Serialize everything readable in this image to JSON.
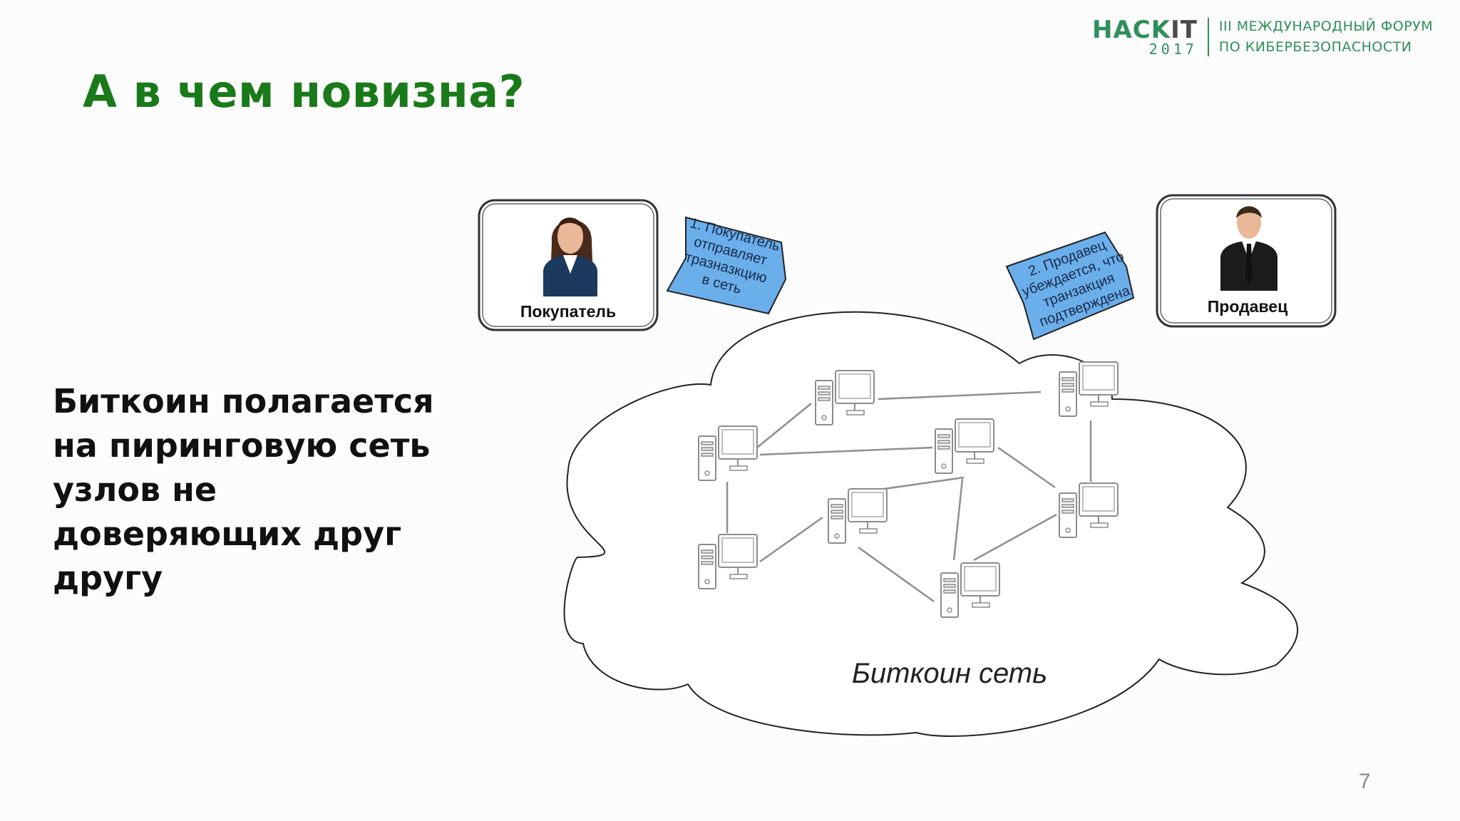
{
  "logo": {
    "hack": "HACK",
    "it": "IT",
    "year": "2017",
    "line1": "III МЕЖДУНАРОДНЫЙ ФОРУМ",
    "line2": "ПО КИБЕРБЕЗОПАСНОСТИ"
  },
  "title": "А в чем новизна?",
  "body_lines": [
    "Биткоин полагается",
    "на пиринговую сеть",
    "узлов не",
    "доверяющих друг",
    "другу"
  ],
  "diagram": {
    "buyer_label": "Покупатель",
    "seller_label": "Продавец",
    "note1_lines": [
      "1. Покупатель",
      "отправляет",
      "тразназкцию",
      "в сеть"
    ],
    "note2_lines": [
      "2. Продавец",
      "убеждается, что",
      "транзакция",
      "подтверждена"
    ],
    "network_label": "Биткоин сеть",
    "note_color": "#6aaeea"
  },
  "page_number": "7"
}
